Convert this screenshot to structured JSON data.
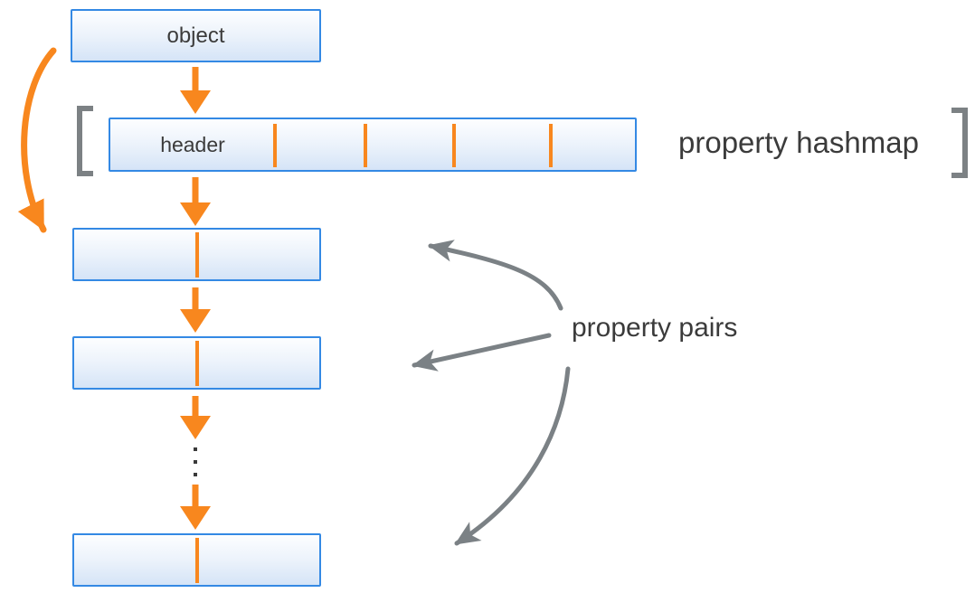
{
  "diagram": {
    "object_label": "object",
    "header_label": "header",
    "hashmap_label": "property hashmap",
    "pairs_label": "property pairs",
    "hashmap_slot_dividers": 4,
    "property_pair_boxes": 3
  },
  "colors": {
    "accent-orange": "#F8871E",
    "box-border-blue": "#3489E4",
    "box-fill-top": "#FDFEFF",
    "box-fill-bottom": "#D5E4F7",
    "bracket-gray": "#7C8184",
    "arrow-gray": "#7B8185",
    "label-dark": "#3B3B3B"
  }
}
